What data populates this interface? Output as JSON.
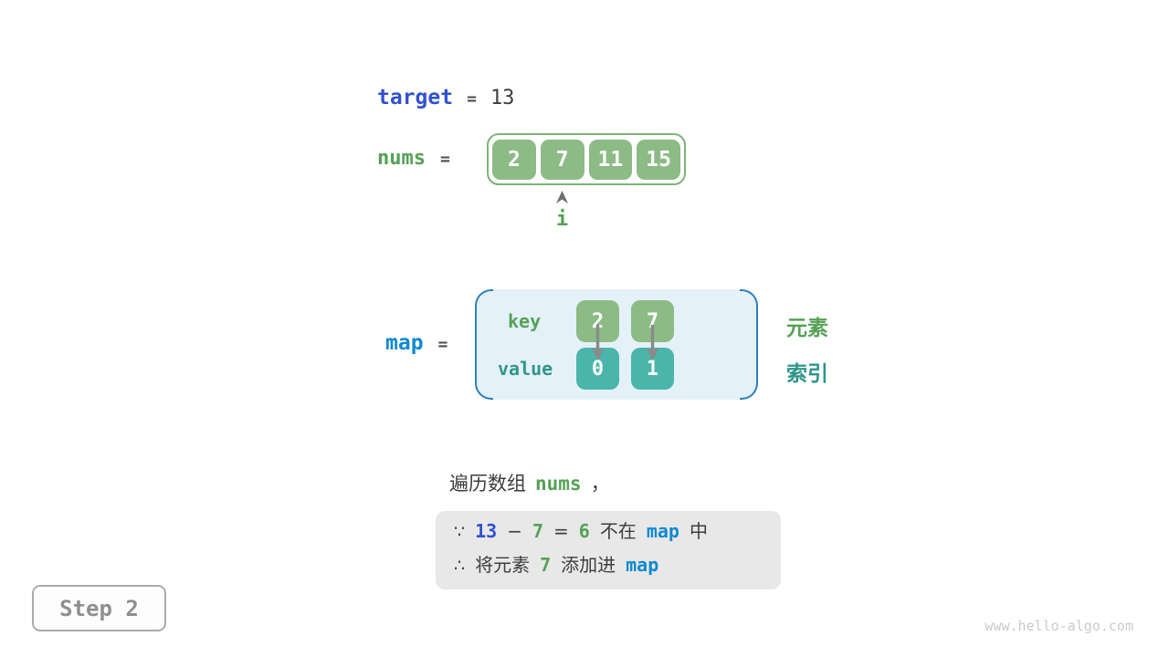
{
  "figure": {
    "target_row": {
      "keyword": "target",
      "equals": "=",
      "value": "13"
    },
    "nums_row": {
      "keyword": "nums",
      "equals": "=",
      "cells": [
        "2",
        "7",
        "11",
        "15"
      ],
      "index_pointer_label": "i"
    },
    "map_row": {
      "keyword": "map",
      "equals": "=",
      "key_label": "key",
      "value_label": "value",
      "entries": [
        {
          "key": "2",
          "value": "0"
        },
        {
          "key": "7",
          "value": "1"
        }
      ],
      "element_label": "元素",
      "index_label": "索引"
    },
    "iterate_line": {
      "prefix": "遍历数组",
      "code": "nums",
      "comma": "，"
    },
    "reason_box": {
      "line1": {
        "because": "∵",
        "minuend": "13",
        "minus": "−",
        "subtrahend": "7",
        "equals": "=",
        "difference": "6",
        "not_in": "不在",
        "map": "map",
        "suffix": "中"
      },
      "line2": {
        "therefore": "∴",
        "prefix": "将元素",
        "element": "7",
        "action": "添加进",
        "map": "map"
      }
    },
    "step_badge": "Step 2",
    "watermark": "www.hello-algo.com"
  },
  "icons": {
    "index_pointer": "up-arrowhead",
    "key_to_value": "down-arrow"
  },
  "colors": {
    "royal_blue": "#3151d1",
    "cerulean": "#0f89d0",
    "green_text": "#55a155",
    "teal_text": "#2f968a",
    "cell_green": "#8cbb85",
    "cell_teal": "#49b5ab",
    "array_border_green": "#7fb378",
    "map_box_fill": "#e4f1f9",
    "map_bracket_blue": "#2f7fbf",
    "dark_text": "#3d3d3d",
    "arrow_gray": "#8a8a8a",
    "reason_box_bg": "#e8e8e8",
    "step_gray": "#8f8f8f",
    "watermark_gray": "#c9cbcb"
  }
}
